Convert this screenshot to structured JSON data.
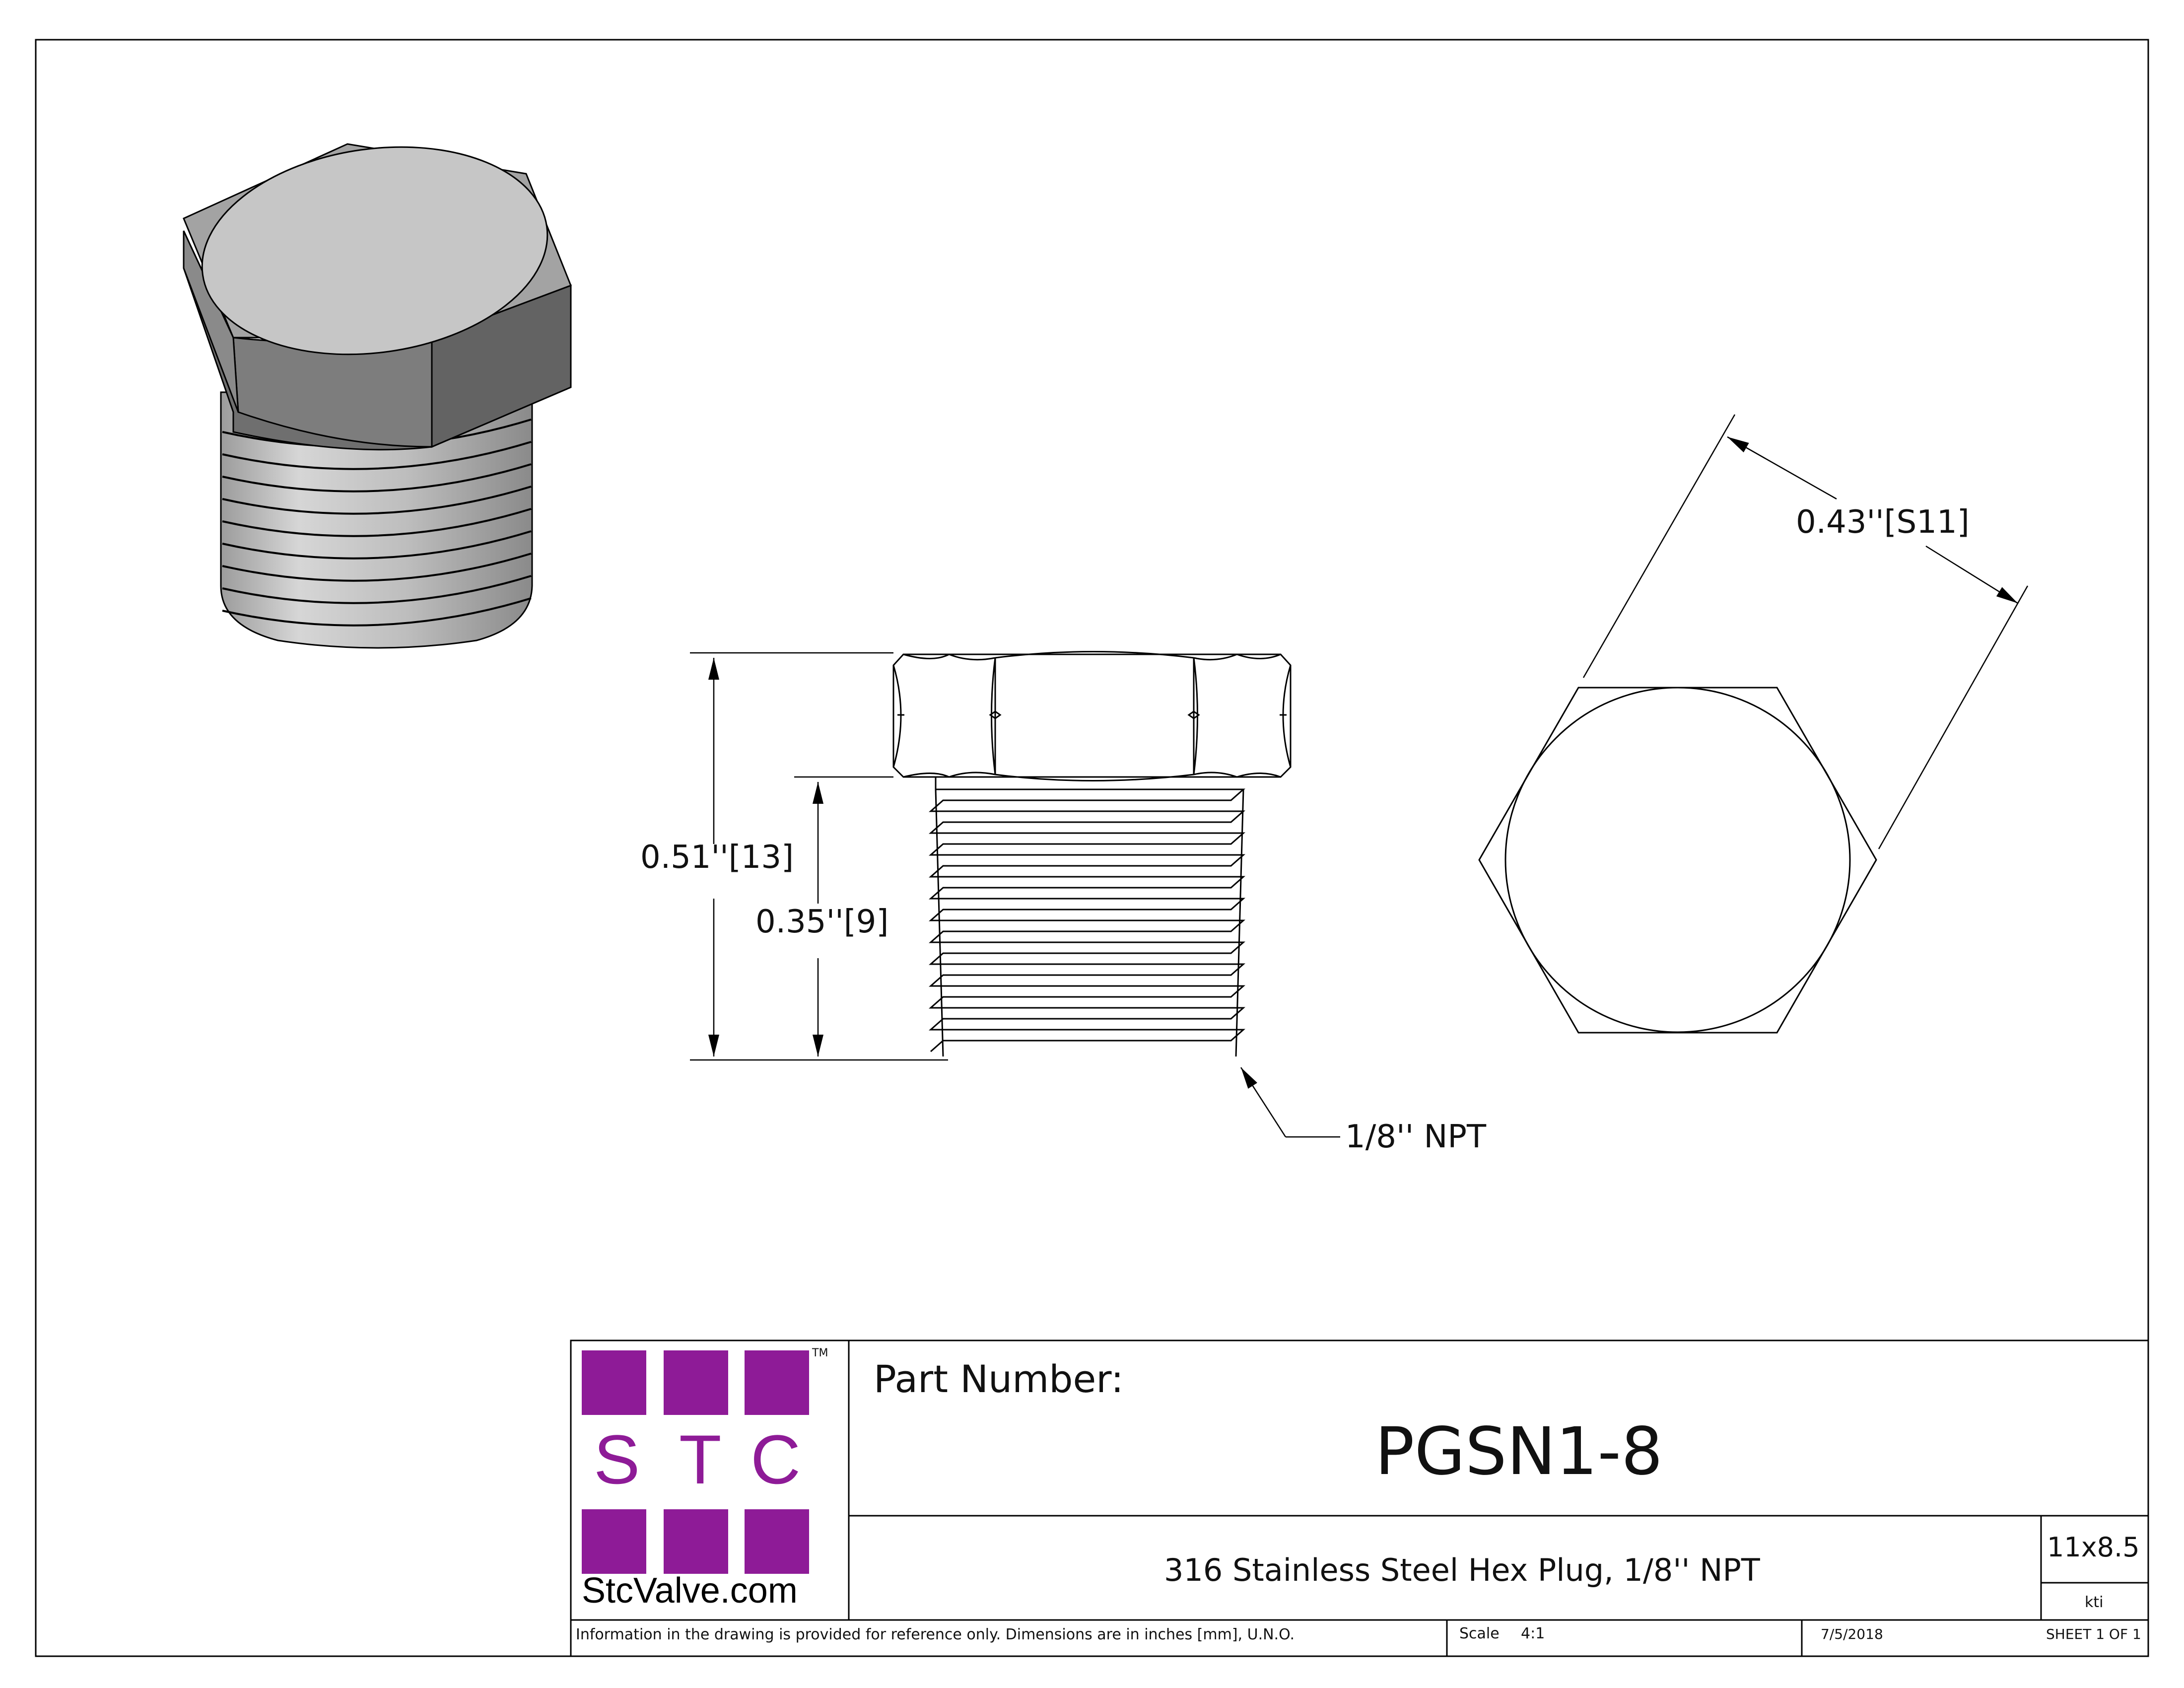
{
  "drawing": {
    "dimensions": {
      "across_flats": "0.43''[S11]",
      "overall_height": "0.51''[13]",
      "thread_length": "0.35''[9]",
      "thread_callout": "1/8'' NPT"
    }
  },
  "title_block": {
    "logo": {
      "letters": [
        "S",
        "T",
        "C"
      ],
      "trademark": "TM",
      "website": "StcValve.com",
      "color": "#8e1b97"
    },
    "part_number_label": "Part Number:",
    "part_number": "PGSN1-8",
    "description": "316 Stainless Steel Hex Plug, 1/8'' NPT",
    "sheet_size": "11x8.5",
    "drawn_by": "kti",
    "note": "Information in the drawing is provided for reference only. Dimensions are in inches [mm], U.N.O.",
    "scale_label": "Scale",
    "scale_value": "4:1",
    "date": "7/5/2018",
    "sheet": "SHEET 1 OF 1"
  }
}
